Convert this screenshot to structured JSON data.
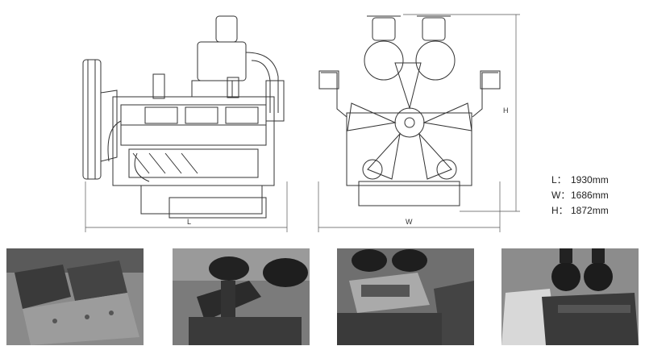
{
  "dimension_labels": {
    "length": "L",
    "width": "W",
    "height": "H"
  },
  "specs": [
    {
      "key": "L：",
      "value": "1930mm"
    },
    {
      "key": "W：",
      "value": "1686mm"
    },
    {
      "key": "H：",
      "value": "1872mm"
    }
  ],
  "colors": {
    "line": "#333333",
    "photo_bg": "#7a7a7a",
    "engine_dark": "#2a2a2a"
  }
}
